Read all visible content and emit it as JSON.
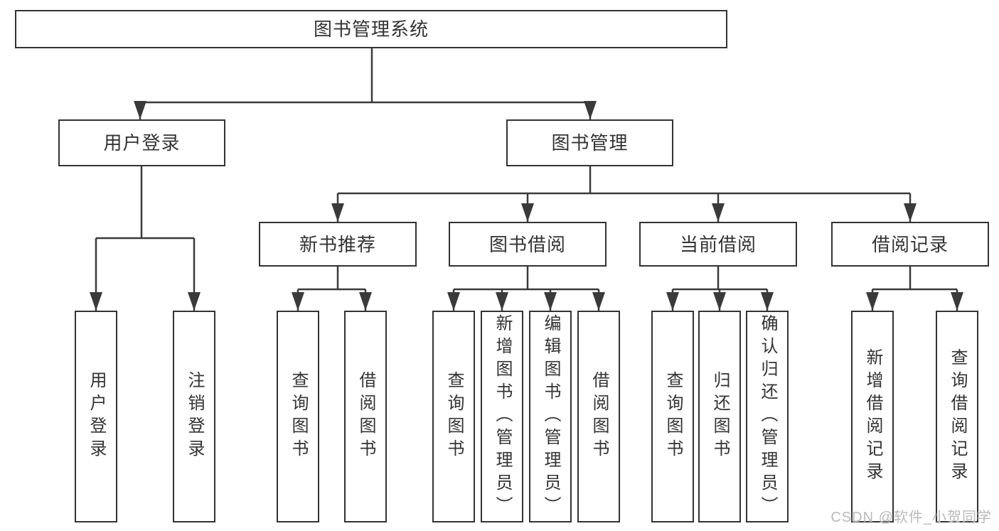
{
  "tree": {
    "root": "图书管理系统",
    "level2": [
      {
        "label": "用户登录"
      },
      {
        "label": "图书管理"
      }
    ],
    "level3": [
      {
        "label": "新书推荐"
      },
      {
        "label": "图书借阅"
      },
      {
        "label": "当前借阅"
      },
      {
        "label": "借阅记录"
      }
    ],
    "leaves": {
      "login": [
        "用户登录",
        "注销登录"
      ],
      "recommend": [
        "查询图书",
        "借阅图书"
      ],
      "borrow": [
        "查询图书",
        "新增图书（管理员）",
        "编辑图书（管理员）",
        "借阅图书"
      ],
      "current": [
        "查询图书",
        "归还图书",
        "确认归还（管理员）"
      ],
      "records": [
        "新增借阅记录",
        "查询借阅记录"
      ]
    }
  },
  "watermark": {
    "text": "CSDN @软件_小贺同学"
  },
  "colors": {
    "line": "#3a3a3a",
    "border": "#333333",
    "text": "#333333",
    "watermark": "#b9b9b9",
    "background": "#ffffff"
  }
}
